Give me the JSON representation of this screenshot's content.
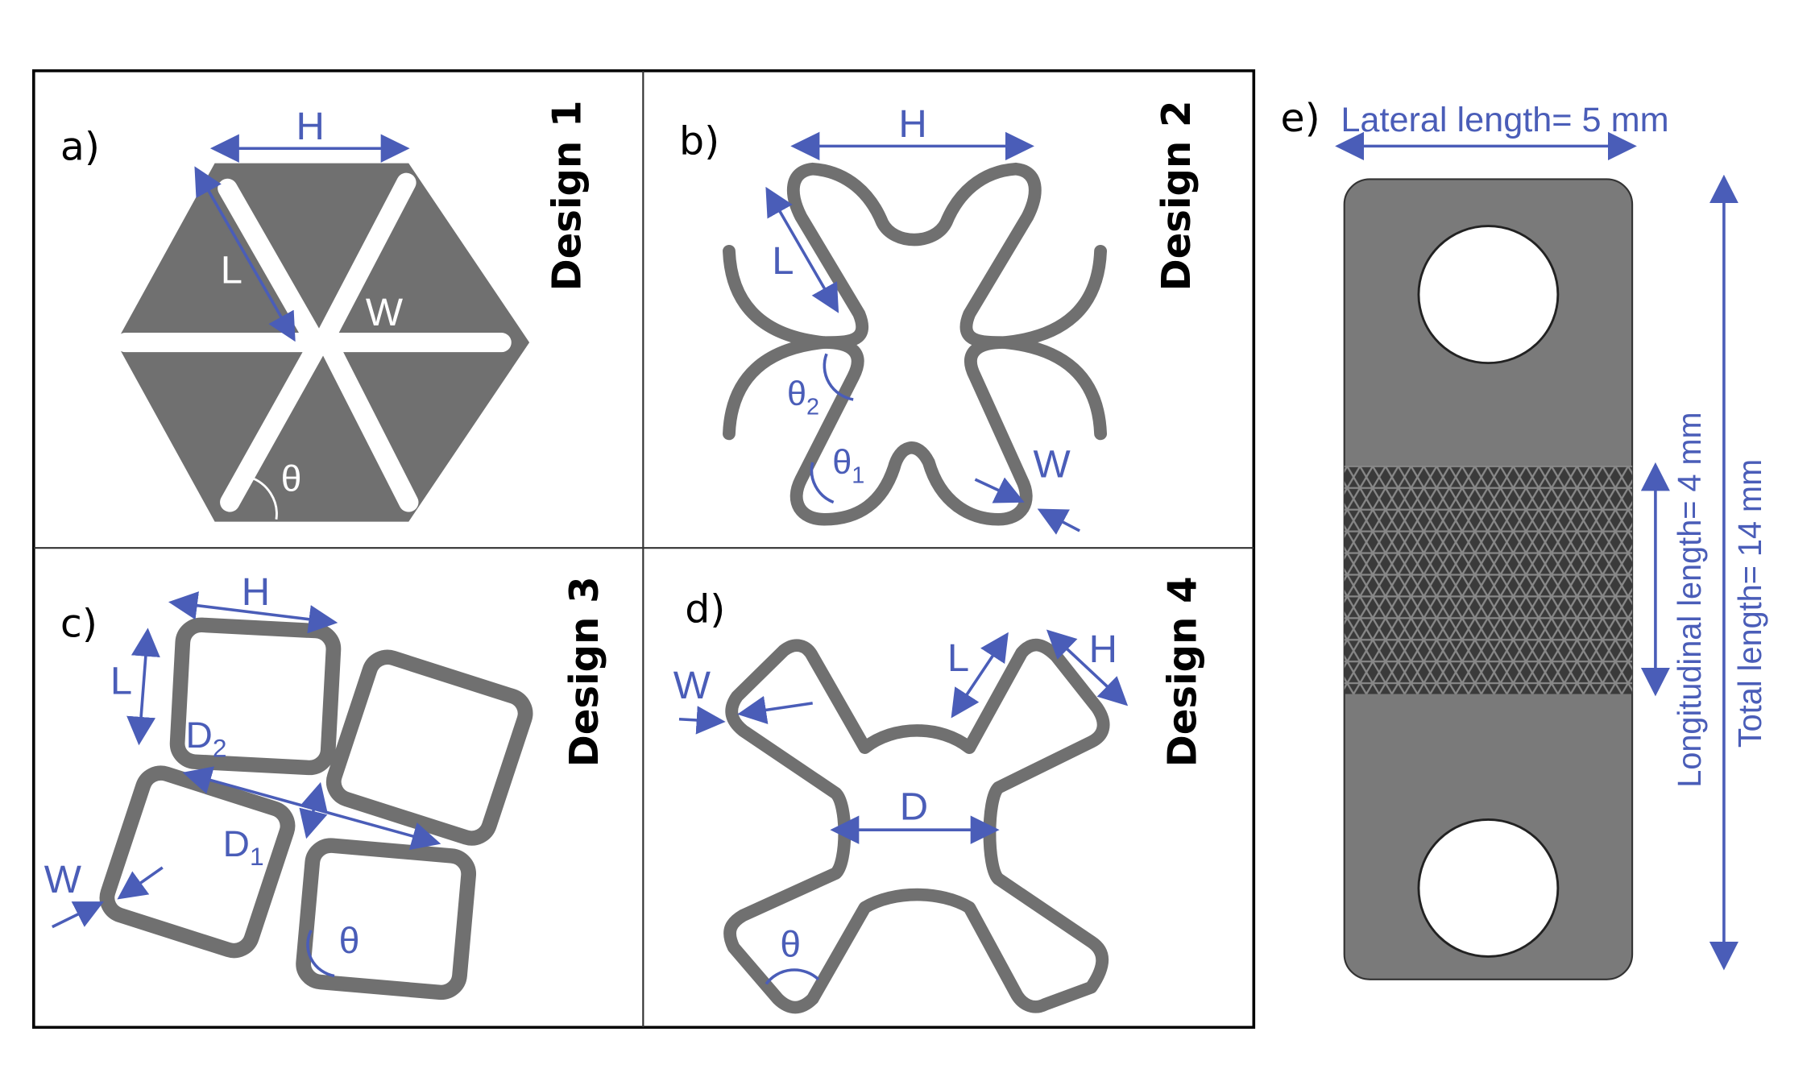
{
  "panels": [
    {
      "tag": "a)",
      "design": "Design 1",
      "labels": {
        "H": "H",
        "L": "L",
        "W": "W",
        "theta": "θ"
      }
    },
    {
      "tag": "b)",
      "design": "Design 2",
      "labels": {
        "H": "H",
        "L": "L",
        "W": "W",
        "theta1": "θ",
        "theta1_sub": "1",
        "theta2": "θ",
        "theta2_sub": "2"
      }
    },
    {
      "tag": "c)",
      "design": "Design 3",
      "labels": {
        "H": "H",
        "L": "L",
        "W": "W",
        "D1": "D",
        "D1_sub": "1",
        "D2": "D",
        "D2_sub": "2",
        "theta": "θ"
      }
    },
    {
      "tag": "d)",
      "design": "Design 4",
      "labels": {
        "H": "H",
        "L": "L",
        "W": "W",
        "D": "D",
        "theta": "θ"
      }
    },
    {
      "tag": "e)",
      "lateral": "Lateral length= 5 mm",
      "longitudinal": "Longitudinal length= 4 mm",
      "total": "Total length= 14 mm"
    }
  ],
  "colors": {
    "shape": "#707070",
    "dimension": "#4a5db8"
  }
}
